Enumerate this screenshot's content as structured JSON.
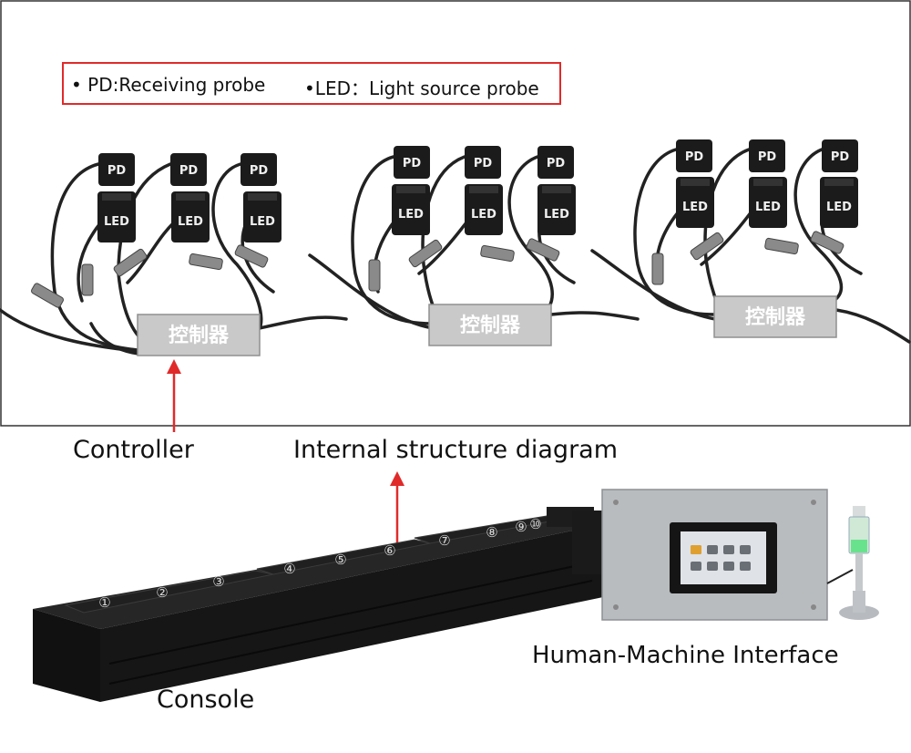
{
  "legend": {
    "pd": "• PD:Receiving probe",
    "led": "•LED：Light source probe"
  },
  "probe_labels": {
    "pd": "PD",
    "led": "LED"
  },
  "controller_text": "控制器",
  "labels": {
    "controller": "Controller",
    "internal": "Internal structure diagram",
    "hmi": "Human-Machine Interface",
    "console": "Console"
  },
  "console_numbers": [
    "①",
    "②",
    "③",
    "④",
    "⑤",
    "⑥",
    "⑦",
    "⑧",
    "⑨",
    "⑩"
  ],
  "colors": {
    "accent": "#e02a2a",
    "frame": "#333333",
    "probe": "#1b1b1b",
    "controller": "#c9c9c9",
    "console": "#161616",
    "panel": "#b9bcbf"
  }
}
